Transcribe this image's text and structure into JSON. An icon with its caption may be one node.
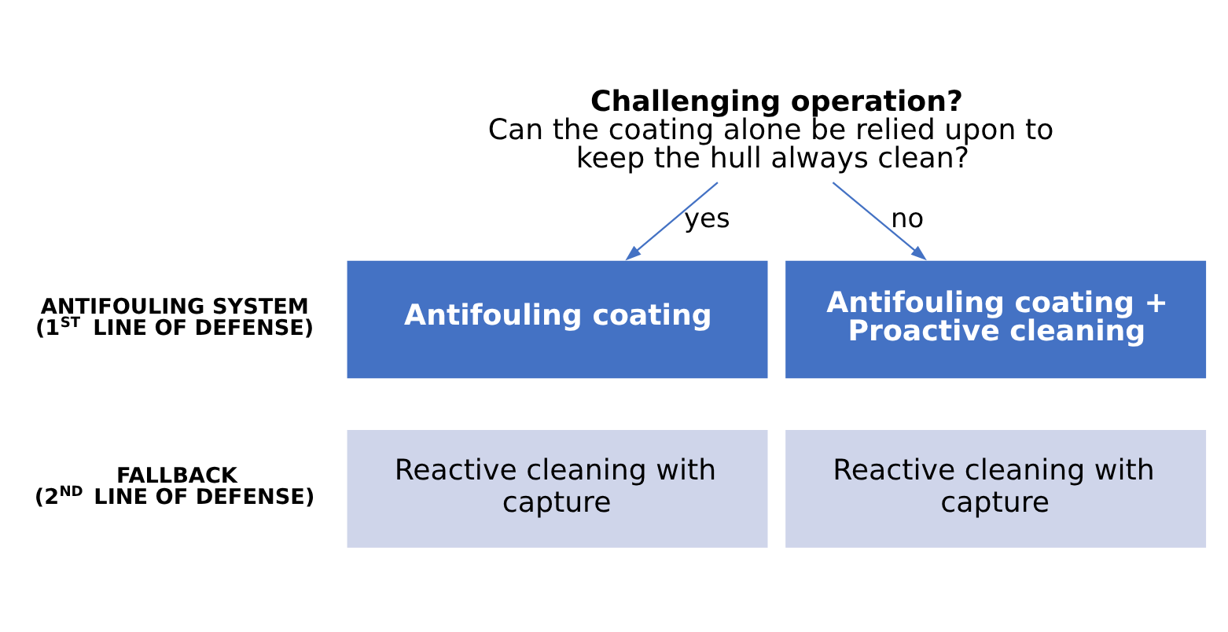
{
  "diagram": {
    "nodes": [
      {
        "text": [
          "Challenging operation?",
          "Can the coating alone be relied upon to keep the hull always clean?"
        ]
      },
      {
        "text": [
          "Antifouling coating"
        ]
      },
      {
        "text": [
          "Antifouling coating + Proactive cleaning"
        ]
      },
      {
        "text": [
          "Reactive cleaning with capture"
        ]
      },
      {
        "text": [
          "Reactive cleaning with capture"
        ]
      }
    ],
    "edges": [
      {
        "from": 0,
        "to": 1,
        "arrow": "to",
        "label": "yes"
      },
      {
        "from": 0,
        "to": 2,
        "arrow": "to",
        "label": "no"
      }
    ],
    "labels": [
      "ANTIFOULING SYSTEM (1$^{ST}$ LINE OF DEFENSE)",
      "FALLBACK (2$^{ND}$ LINE OF DEFENSE)"
    ]
  }
}
